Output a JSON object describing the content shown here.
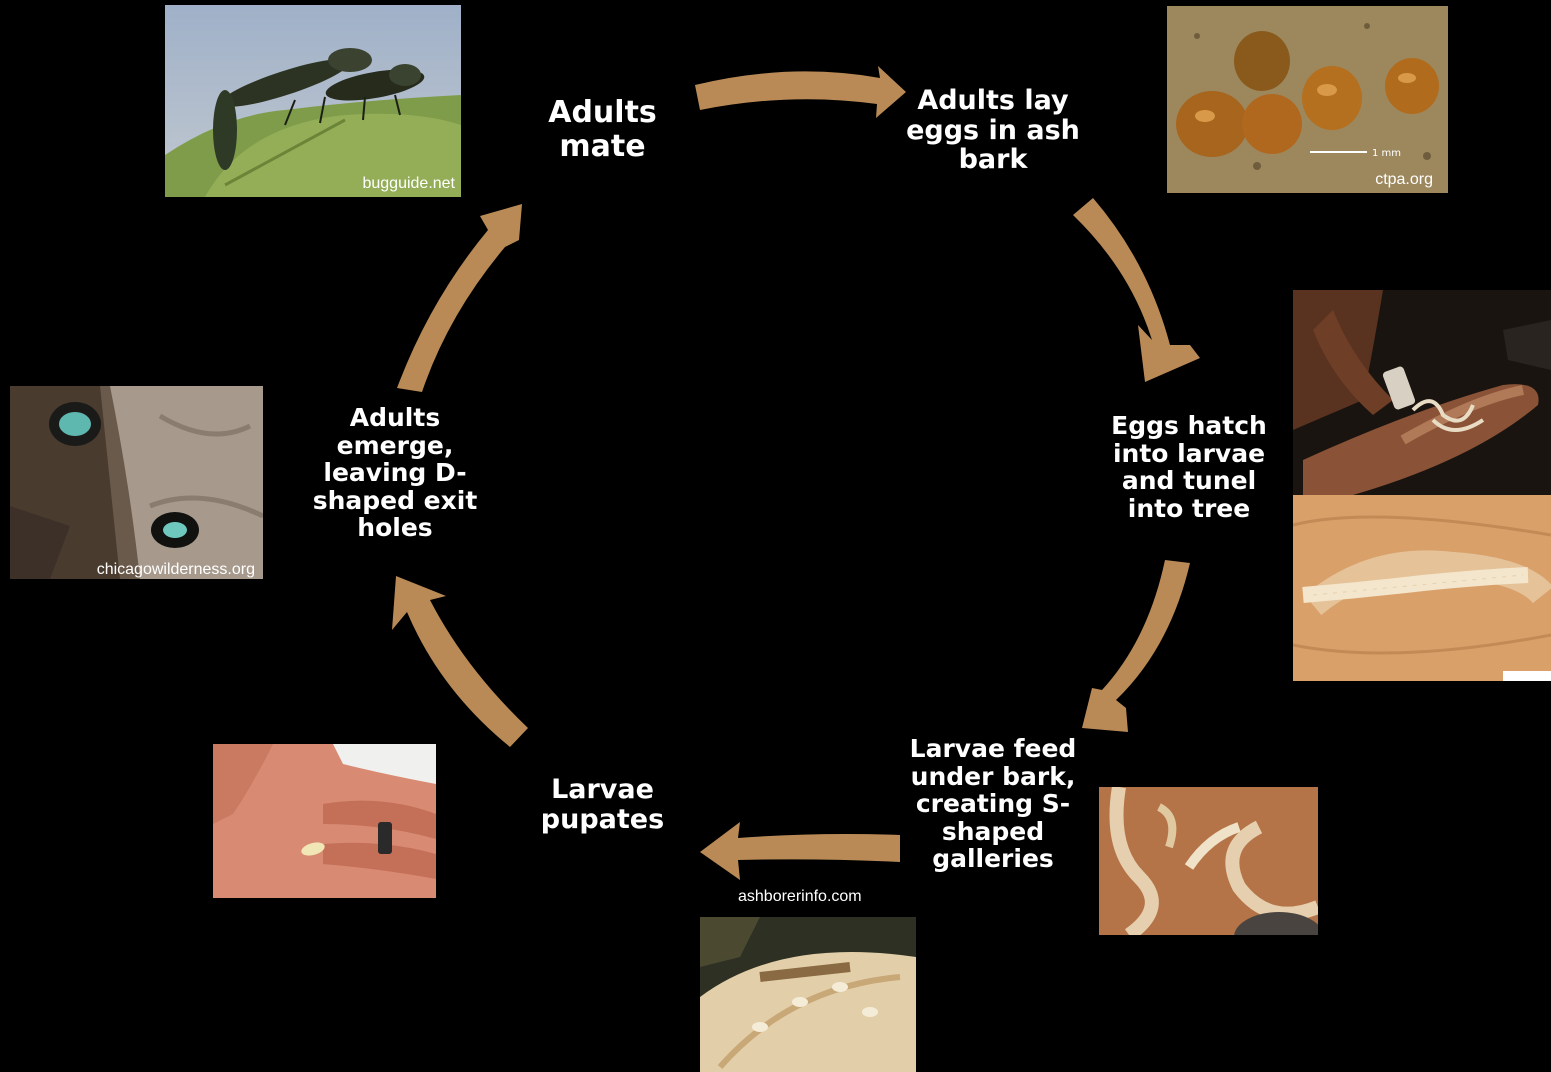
{
  "diagram": {
    "arrow_color": "#B98A56",
    "background": "#000000",
    "stages": {
      "adults_mate": "Adults\nmate",
      "lay_eggs": "Adults lay\neggs in ash\nbark",
      "eggs_hatch": "Eggs hatch\ninto larvae\nand tunel\ninto tree",
      "larvae_feed": "Larvae feed\nunder bark,\ncreating S-\nshaped\ngalleries",
      "pupates": "Larvae\npupates",
      "emerge": "Adults\nemerge,\nleaving D-\nshaped exit\nholes"
    }
  },
  "credits": {
    "mating_photo": "bugguide.net",
    "eggs_photo": "ctpa.org",
    "exit_hole_photo": "chicagowilderness.org",
    "pupa_wood_photo": "ashborerinfo.com",
    "eggs_scale": "1 mm"
  },
  "photos": {
    "mating": "mating emerald ash borer beetles on leaf",
    "eggs": "eggs on bark",
    "larvae_hand": "larvae in hand",
    "larva_gallery": "larva in wood gallery",
    "s_galleries": "S-shaped galleries with larva",
    "pupa_wood": "pupae in wood",
    "pupa_hand": "pupa in palm",
    "exit_holes": "beetles in D-shaped exit holes"
  }
}
